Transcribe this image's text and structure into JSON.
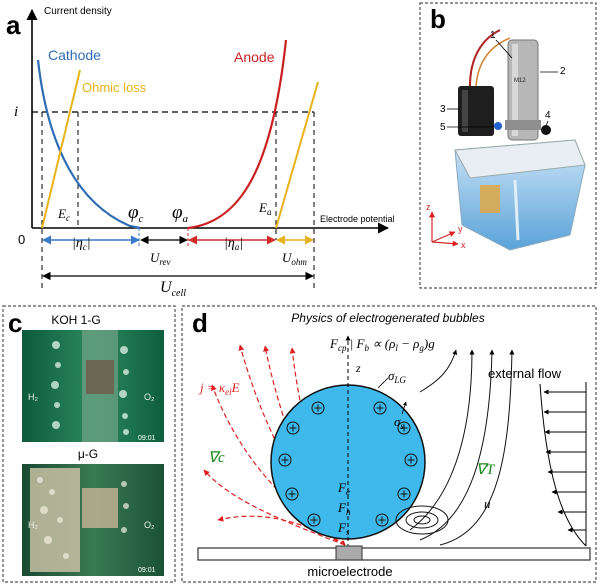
{
  "panels": {
    "a": {
      "letter": "a",
      "axis_y_label": "Current density",
      "axis_x_label": "Electrode potential",
      "origin": "0",
      "i_label": "i",
      "cathode_label": "Cathode",
      "anode_label": "Anode",
      "ohmic_label": "Ohmic loss",
      "Ec": "E",
      "Ec_sub": "c",
      "Ea": "E",
      "Ea_sub": "a",
      "phi_c": "φ",
      "phi_c_sub": "c",
      "phi_a": "φ",
      "phi_a_sub": "a",
      "eta_c": "|η",
      "eta_c_sub": "c",
      "eta_a": "|η",
      "eta_a_sub": "a",
      "u_rev": "U",
      "u_rev_sub": "rev",
      "u_ohm": "U",
      "u_ohm_sub": "ohm",
      "u_cell": "U",
      "u_cell_sub": "cell",
      "colors": {
        "cathode": "#2e6db5",
        "anode": "#cc1f1f",
        "ohmic": "#e8b21a",
        "blue_arrow": "#3a78c8",
        "red_arrow": "#d42a2a",
        "yellow_arrow": "#e8b21a"
      }
    },
    "b": {
      "letter": "b",
      "callouts": [
        "1",
        "2",
        "3",
        "4",
        "5"
      ],
      "device_label": "M12",
      "axes": {
        "z": "z",
        "y": "y",
        "x": "x"
      }
    },
    "c": {
      "letter": "c",
      "top_caption": "KOH  1-G",
      "bottom_caption": "μ-G",
      "h2": "H₂",
      "o2": "O₂",
      "timestamp_top": "09:01",
      "timestamp_bottom": "09:01"
    },
    "d": {
      "letter": "d",
      "title": "Physics of electrogenerated bubbles",
      "force_eq_lhs": "F",
      "force_eq_lhs_sub": "cp",
      "force_eq_rhs": "F",
      "force_eq_rhs_sub": "b",
      "force_eq_tail": "∝ (ρ",
      "rho_l_sub": "l",
      "rho_g_minus": " − ρ",
      "rho_g_sub": "g",
      "force_eq_end": ")g",
      "z_label": "z",
      "sigma_lg": "σ",
      "sigma_lg_sub": "LG",
      "sigma_s": "σ",
      "sigma_s_sub": "s",
      "j_eq": "j = κ",
      "j_eq_sub": "el",
      "j_eq_end": "E",
      "grad_c": "∇c",
      "grad_t": "∇T",
      "u_label": "u",
      "external_flow": "external flow",
      "fe": "F",
      "fe_sub": "e",
      "fh": "F",
      "fh_sub": "h",
      "fs": "F",
      "fs_sub": "s",
      "electrode_label": "microelectrode",
      "colors": {
        "bubble": "#3fb8ec",
        "red": "#e02020",
        "green": "#1a8a1a"
      }
    }
  }
}
